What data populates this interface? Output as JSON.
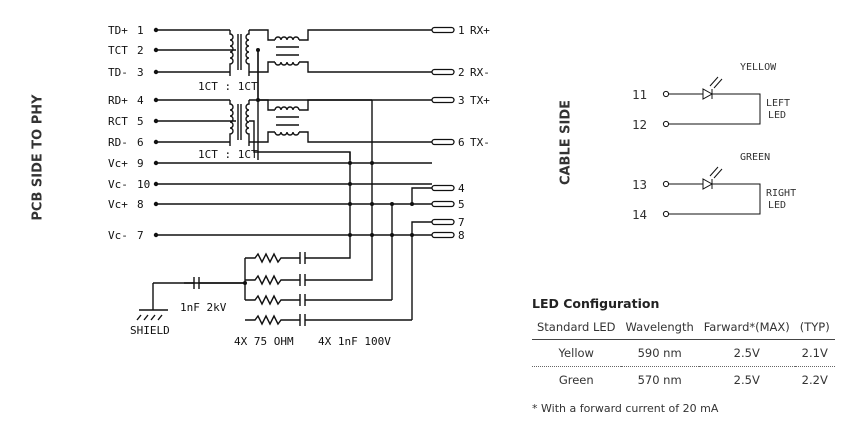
{
  "side_labels": {
    "pcb": "PCB SIDE TO PHY",
    "cable": "CABLE SIDE"
  },
  "left_pins": [
    {
      "label": "TD+",
      "num": "1"
    },
    {
      "label": "TCT",
      "num": "2"
    },
    {
      "label": "TD-",
      "num": "3"
    },
    {
      "label": "RD+",
      "num": "4"
    },
    {
      "label": "RCT",
      "num": "5"
    },
    {
      "label": "RD-",
      "num": "6"
    },
    {
      "label": "Vc+",
      "num": "9"
    },
    {
      "label": "Vc-",
      "num": "10"
    },
    {
      "label": "Vc+",
      "num": "8"
    },
    {
      "label": "Vc-",
      "num": "7"
    }
  ],
  "right_pins": [
    {
      "num": "1",
      "label": "RX+"
    },
    {
      "num": "2",
      "label": "RX-"
    },
    {
      "num": "3",
      "label": "TX+"
    },
    {
      "num": "6",
      "label": "TX-"
    },
    {
      "num": "4",
      "label": ""
    },
    {
      "num": "5",
      "label": ""
    },
    {
      "num": "7",
      "label": ""
    },
    {
      "num": "8",
      "label": ""
    }
  ],
  "ratio_labels": [
    "1CT : 1CT",
    "1CT : 1CT"
  ],
  "component_labels": {
    "shield_cap": "1nF 2kV",
    "shield": "SHIELD",
    "resistors": "4X 75 OHM",
    "capacitors": "4X 1nF 100V"
  },
  "leds": [
    {
      "pins": [
        "11",
        "12"
      ],
      "color": "YELLOW",
      "side": [
        "LEFT",
        "LED"
      ]
    },
    {
      "pins": [
        "13",
        "14"
      ],
      "color": "GREEN",
      "side": [
        "RIGHT",
        "LED"
      ]
    }
  ],
  "led_table": {
    "title": "LED Configuration",
    "headers": [
      "Standard LED",
      "Wavelength",
      "Farward*(MAX)",
      "(TYP)"
    ],
    "rows": [
      [
        "Yellow",
        "590 nm",
        "2.5V",
        "2.1V"
      ],
      [
        "Green",
        "570 nm",
        "2.5V",
        "2.2V"
      ]
    ],
    "note": "* With a forward current of 20 mA"
  }
}
